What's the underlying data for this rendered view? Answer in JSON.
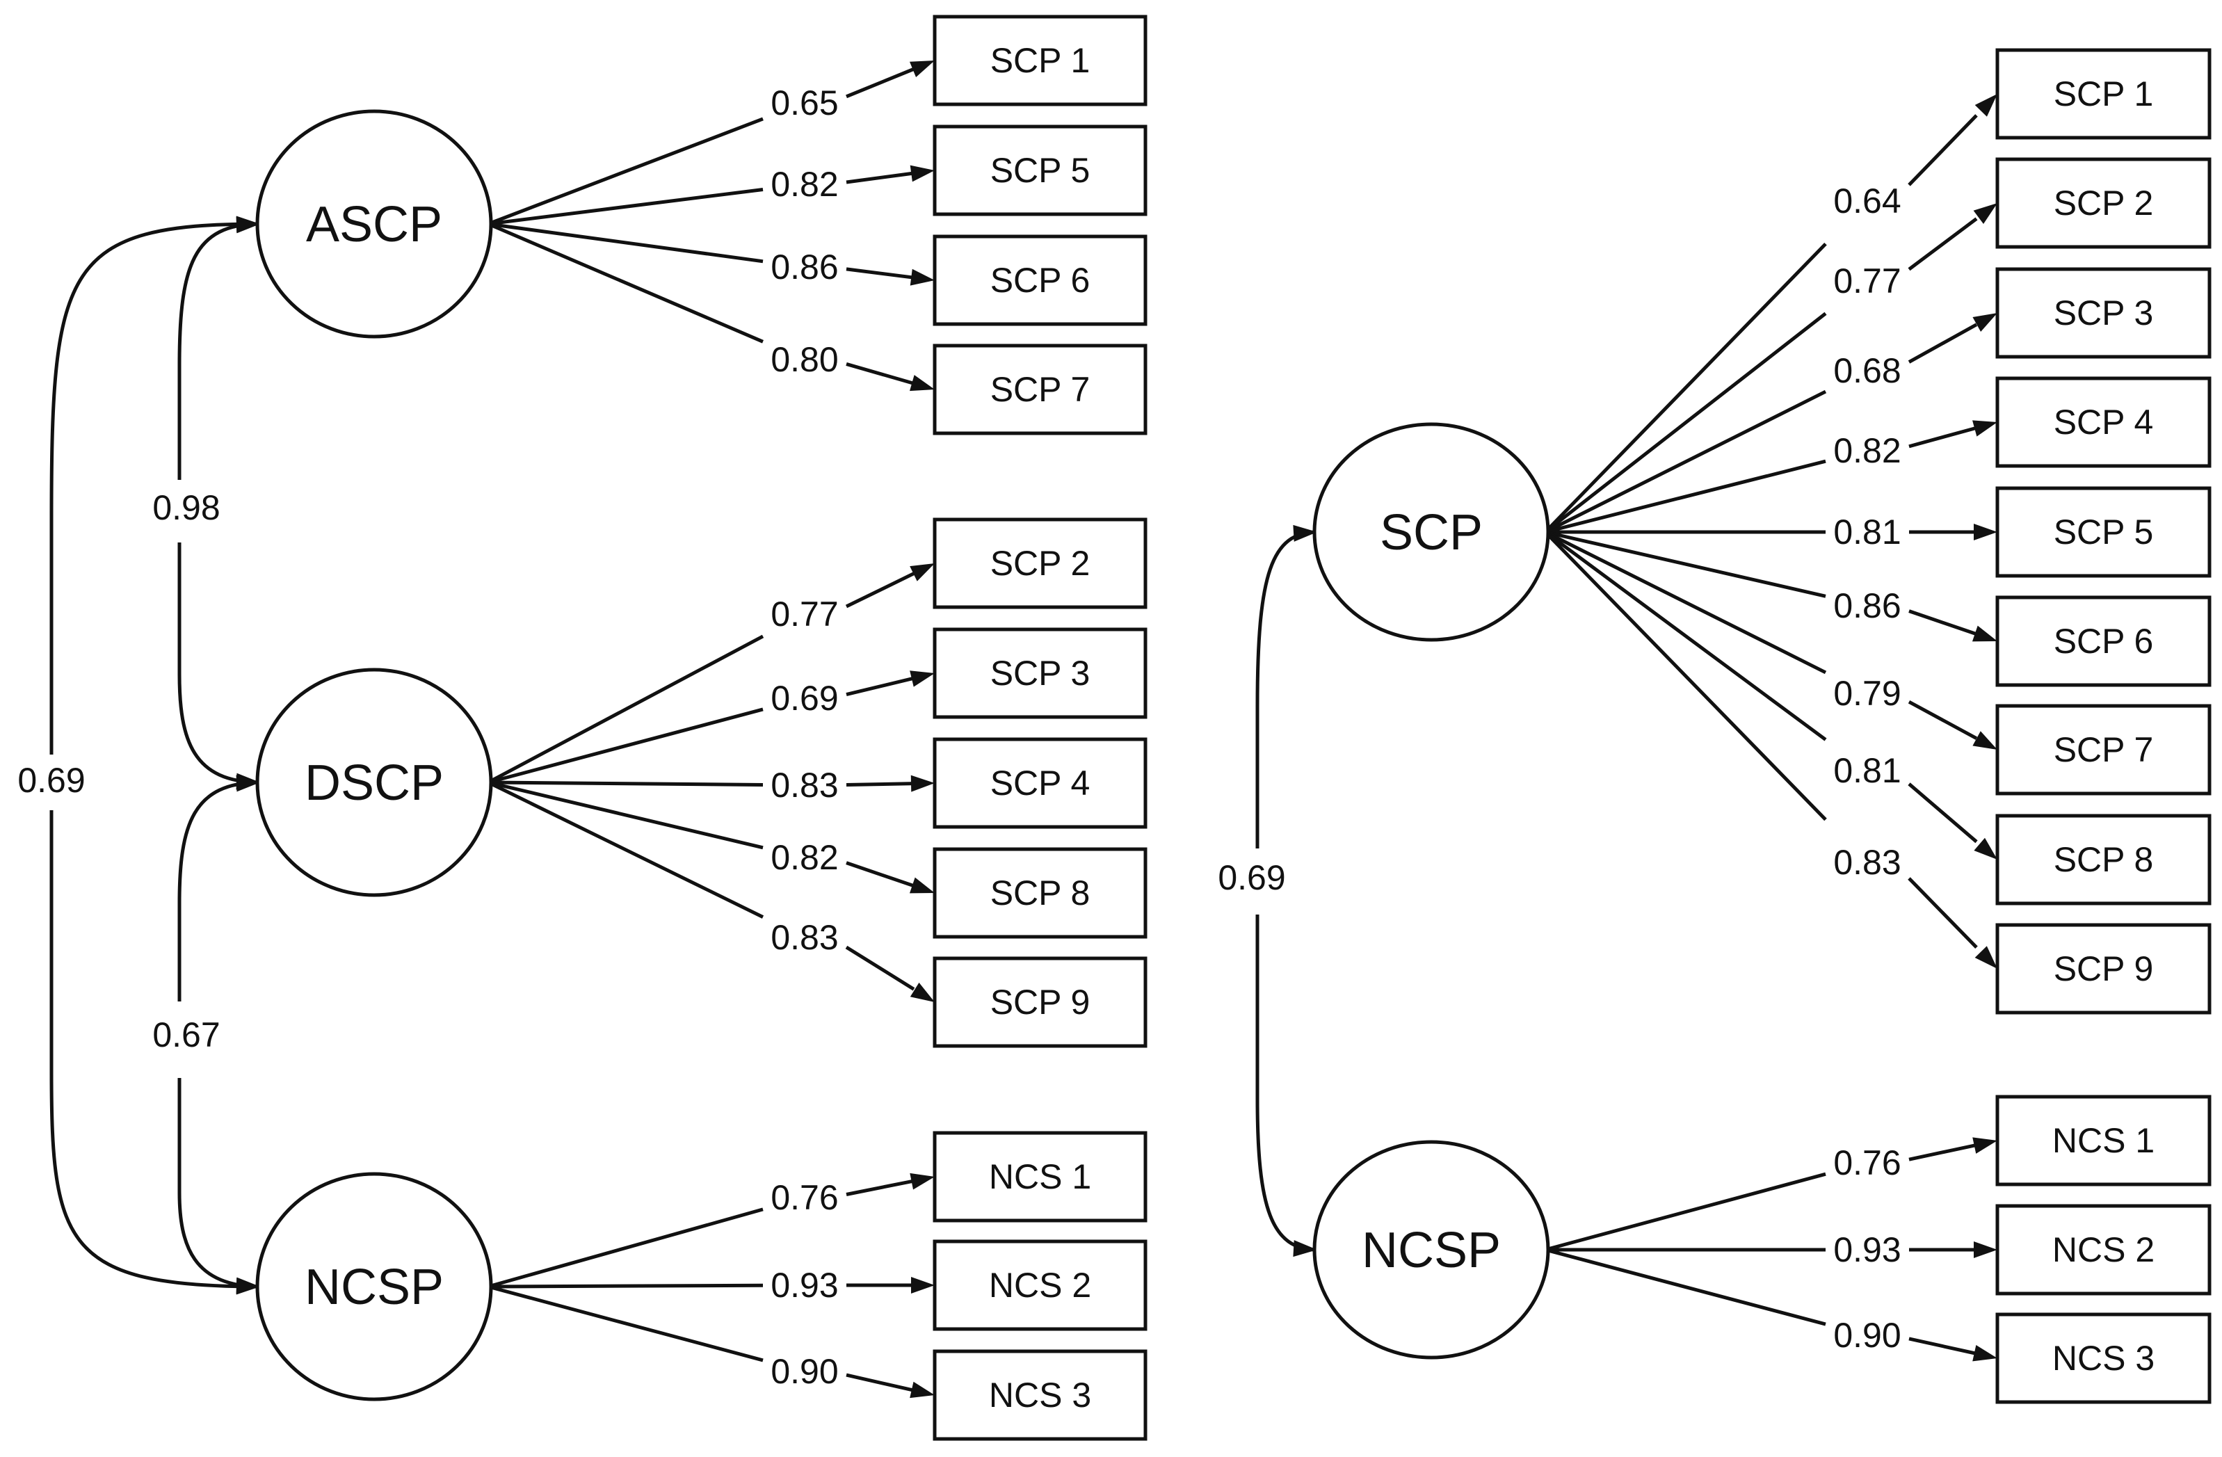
{
  "left_model": {
    "factors": [
      {
        "label": "ASCP",
        "loadings": [
          {
            "indicator": "SCP 1",
            "value": "0.65"
          },
          {
            "indicator": "SCP 5",
            "value": "0.82"
          },
          {
            "indicator": "SCP 6",
            "value": "0.86"
          },
          {
            "indicator": "SCP 7",
            "value": "0.80"
          }
        ]
      },
      {
        "label": "DSCP",
        "loadings": [
          {
            "indicator": "SCP 2",
            "value": "0.77"
          },
          {
            "indicator": "SCP 3",
            "value": "0.69"
          },
          {
            "indicator": "SCP 4",
            "value": "0.83"
          },
          {
            "indicator": "SCP 8",
            "value": "0.82"
          },
          {
            "indicator": "SCP 9",
            "value": "0.83"
          }
        ]
      },
      {
        "label": "NCSP",
        "loadings": [
          {
            "indicator": "NCS 1",
            "value": "0.76"
          },
          {
            "indicator": "NCS 2",
            "value": "0.93"
          },
          {
            "indicator": "NCS 3",
            "value": "0.90"
          }
        ]
      }
    ],
    "correlations": [
      {
        "from": "ASCP",
        "to": "DSCP",
        "value": "0.98"
      },
      {
        "from": "DSCP",
        "to": "NCSP",
        "value": "0.67"
      },
      {
        "from": "ASCP",
        "to": "NCSP",
        "value": "0.69"
      }
    ]
  },
  "right_model": {
    "factors": [
      {
        "label": "SCP",
        "loadings": [
          {
            "indicator": "SCP 1",
            "value": "0.64"
          },
          {
            "indicator": "SCP 2",
            "value": "0.77"
          },
          {
            "indicator": "SCP 3",
            "value": "0.68"
          },
          {
            "indicator": "SCP 4",
            "value": "0.82"
          },
          {
            "indicator": "SCP 5",
            "value": "0.81"
          },
          {
            "indicator": "SCP 6",
            "value": "0.86"
          },
          {
            "indicator": "SCP 7",
            "value": "0.79"
          },
          {
            "indicator": "SCP 8",
            "value": "0.81"
          },
          {
            "indicator": "SCP 9",
            "value": "0.83"
          }
        ]
      },
      {
        "label": "NCSP",
        "loadings": [
          {
            "indicator": "NCS 1",
            "value": "0.76"
          },
          {
            "indicator": "NCS 2",
            "value": "0.93"
          },
          {
            "indicator": "NCS 3",
            "value": "0.90"
          }
        ]
      }
    ],
    "correlations": [
      {
        "from": "SCP",
        "to": "NCSP",
        "value": "0.69"
      }
    ]
  }
}
